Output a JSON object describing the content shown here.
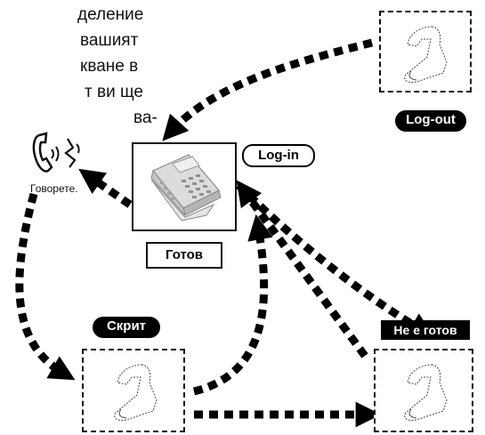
{
  "text_lines": [
    "деление",
    "вашият",
    "кване в",
    "т ви ще",
    "ва-"
  ],
  "labels": {
    "log_out": "Log-out",
    "log_in": "Log-in",
    "ready": "Готов",
    "hidden": "Скрит",
    "not_ready": "Не е готов",
    "speak": "Говорете."
  },
  "icons": {
    "handset": "handset-speaking-icon",
    "desk_phone": "desk-phone-icon",
    "handset_outline": "handset-outline-icon"
  },
  "colors": {
    "ink": "#111111",
    "background": "#ffffff"
  }
}
